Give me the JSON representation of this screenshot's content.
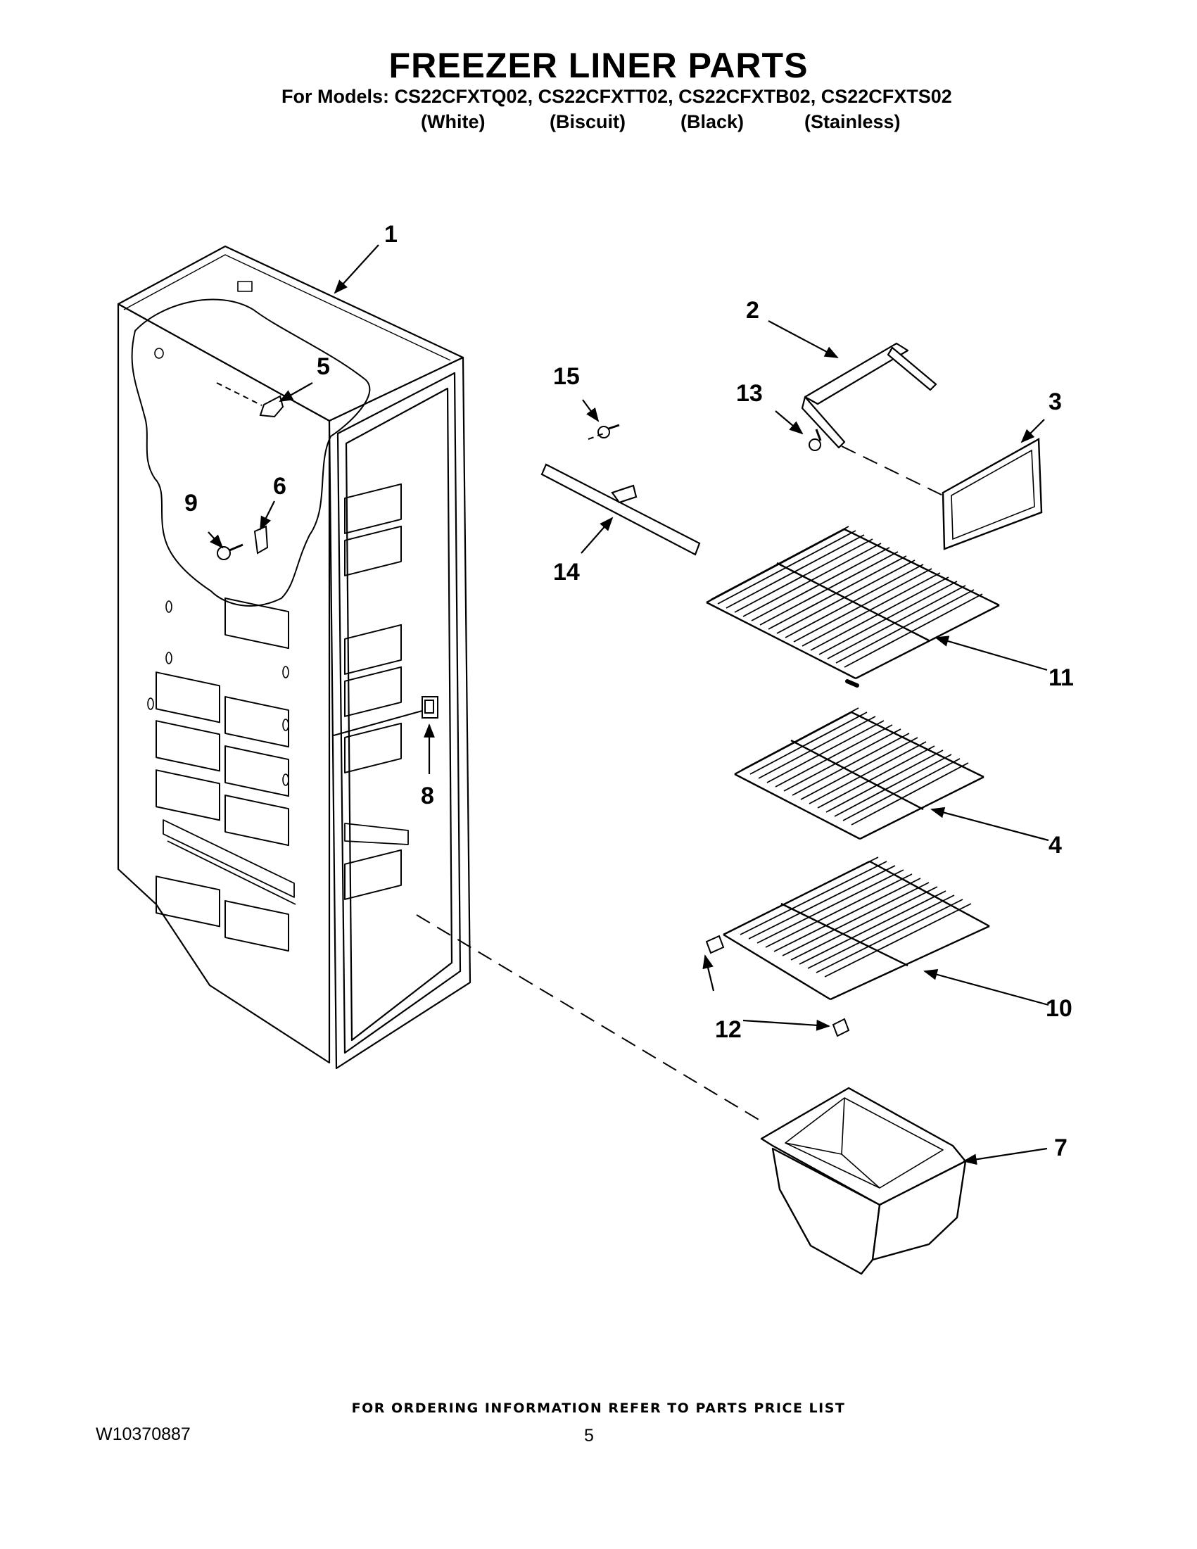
{
  "title": "FREEZER LINER PARTS",
  "models_line": "For Models: CS22CFXTQ02, CS22CFXTT02, CS22CFXTB02, CS22CFXTS02",
  "colors": [
    "(White)",
    "(Biscuit)",
    "(Black)",
    "(Stainless)"
  ],
  "callouts": [
    "1",
    "2",
    "3",
    "4",
    "5",
    "6",
    "7",
    "8",
    "9",
    "10",
    "11",
    "12",
    "13",
    "14",
    "15"
  ],
  "footer_note": "FOR ORDERING INFORMATION REFER TO PARTS PRICE LIST",
  "document_number": "W10370887",
  "page_number": "5"
}
